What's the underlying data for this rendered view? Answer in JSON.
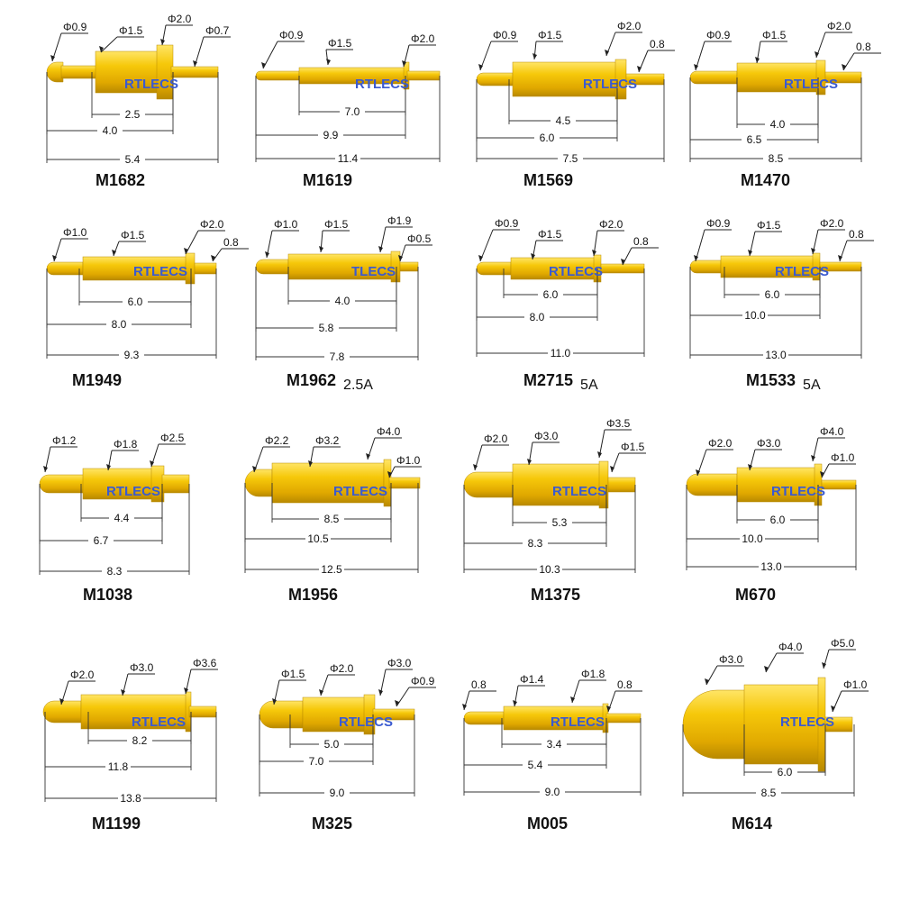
{
  "watermark_default": "RTLECS",
  "colors": {
    "pin_main": "#F2C200",
    "pin_dark": "#B88900",
    "pin_light": "#FFE566",
    "watermark": "#3a5ad0",
    "line": "#333333"
  },
  "pins": [
    {
      "model": "M1682",
      "current": "",
      "watermark": "RTLECS",
      "diameters": [
        "Φ0.9",
        "Φ1.5",
        "Φ2.0",
        "Φ0.7"
      ],
      "lengths": [
        "2.5",
        "4.0",
        "5.4"
      ]
    },
    {
      "model": "M1619",
      "current": "",
      "watermark": "RTLECS",
      "diameters": [
        "Φ0.9",
        "Φ1.5",
        "Φ2.0"
      ],
      "lengths": [
        "7.0",
        "9.9",
        "11.4"
      ]
    },
    {
      "model": "M1569",
      "current": "",
      "watermark": "RTLECS",
      "diameters": [
        "Φ0.9",
        "Φ1.5",
        "Φ2.0",
        "0.8"
      ],
      "lengths": [
        "4.5",
        "6.0",
        "7.5"
      ]
    },
    {
      "model": "M1470",
      "current": "",
      "watermark": "RTLECS",
      "diameters": [
        "Φ0.9",
        "Φ1.5",
        "Φ2.0",
        "0.8"
      ],
      "lengths": [
        "4.0",
        "6.5",
        "8.5"
      ]
    },
    {
      "model": "M1949",
      "current": "",
      "watermark": "RTLECS",
      "diameters": [
        "Φ1.0",
        "Φ1.5",
        "Φ2.0",
        "0.8"
      ],
      "lengths": [
        "6.0",
        "8.0",
        "9.3"
      ]
    },
    {
      "model": "M1962",
      "current": "2.5A",
      "watermark": "TLECS",
      "diameters": [
        "Φ1.0",
        "Φ1.5",
        "Φ1.9",
        "Φ0.5"
      ],
      "lengths": [
        "4.0",
        "5.8",
        "7.8"
      ]
    },
    {
      "model": "M2715",
      "current": "5A",
      "watermark": "RTLECS",
      "diameters": [
        "Φ0.9",
        "Φ1.5",
        "Φ2.0",
        "0.8"
      ],
      "lengths": [
        "6.0",
        "8.0",
        "11.0"
      ]
    },
    {
      "model": "M1533",
      "current": "5A",
      "watermark": "RTLECS",
      "diameters": [
        "Φ0.9",
        "Φ1.5",
        "Φ2.0",
        "0.8"
      ],
      "lengths": [
        "6.0",
        "10.0",
        "13.0"
      ]
    },
    {
      "model": "M1038",
      "current": "",
      "watermark": "RTLECS",
      "diameters": [
        "Φ1.2",
        "Φ1.8",
        "Φ2.5"
      ],
      "lengths": [
        "4.4",
        "6.7",
        "8.3"
      ]
    },
    {
      "model": "M1956",
      "current": "",
      "watermark": "RTLECS",
      "diameters": [
        "Φ2.2",
        "Φ3.2",
        "Φ4.0",
        "Φ1.0"
      ],
      "lengths": [
        "8.5",
        "10.5",
        "12.5"
      ]
    },
    {
      "model": "M1375",
      "current": "",
      "watermark": "RTLECS",
      "diameters": [
        "Φ2.0",
        "Φ3.0",
        "Φ3.5",
        "Φ1.5"
      ],
      "lengths": [
        "5.3",
        "8.3",
        "10.3"
      ]
    },
    {
      "model": "M670",
      "current": "",
      "watermark": "RTLECS",
      "diameters": [
        "Φ2.0",
        "Φ3.0",
        "Φ4.0",
        "Φ1.0"
      ],
      "lengths": [
        "6.0",
        "10.0",
        "13.0"
      ]
    },
    {
      "model": "M1199",
      "current": "",
      "watermark": "RTLECS",
      "diameters": [
        "Φ2.0",
        "Φ3.0",
        "Φ3.6"
      ],
      "lengths": [
        "8.2",
        "11.8",
        "13.8"
      ]
    },
    {
      "model": "M325",
      "current": "",
      "watermark": "RTLECS",
      "diameters": [
        "Φ1.5",
        "Φ2.0",
        "Φ3.0",
        "Φ0.9"
      ],
      "lengths": [
        "5.0",
        "7.0",
        "9.0"
      ]
    },
    {
      "model": "M005",
      "current": "",
      "watermark": "RTLECS",
      "diameters": [
        "0.8",
        "Φ1.4",
        "Φ1.8",
        "0.8"
      ],
      "lengths": [
        "3.4",
        "5.4",
        "9.0"
      ]
    },
    {
      "model": "M614",
      "current": "",
      "watermark": "RTLECS",
      "diameters": [
        "Φ3.0",
        "Φ4.0",
        "Φ5.0",
        "Φ1.0"
      ],
      "lengths": [
        "6.0",
        "8.5"
      ]
    }
  ]
}
